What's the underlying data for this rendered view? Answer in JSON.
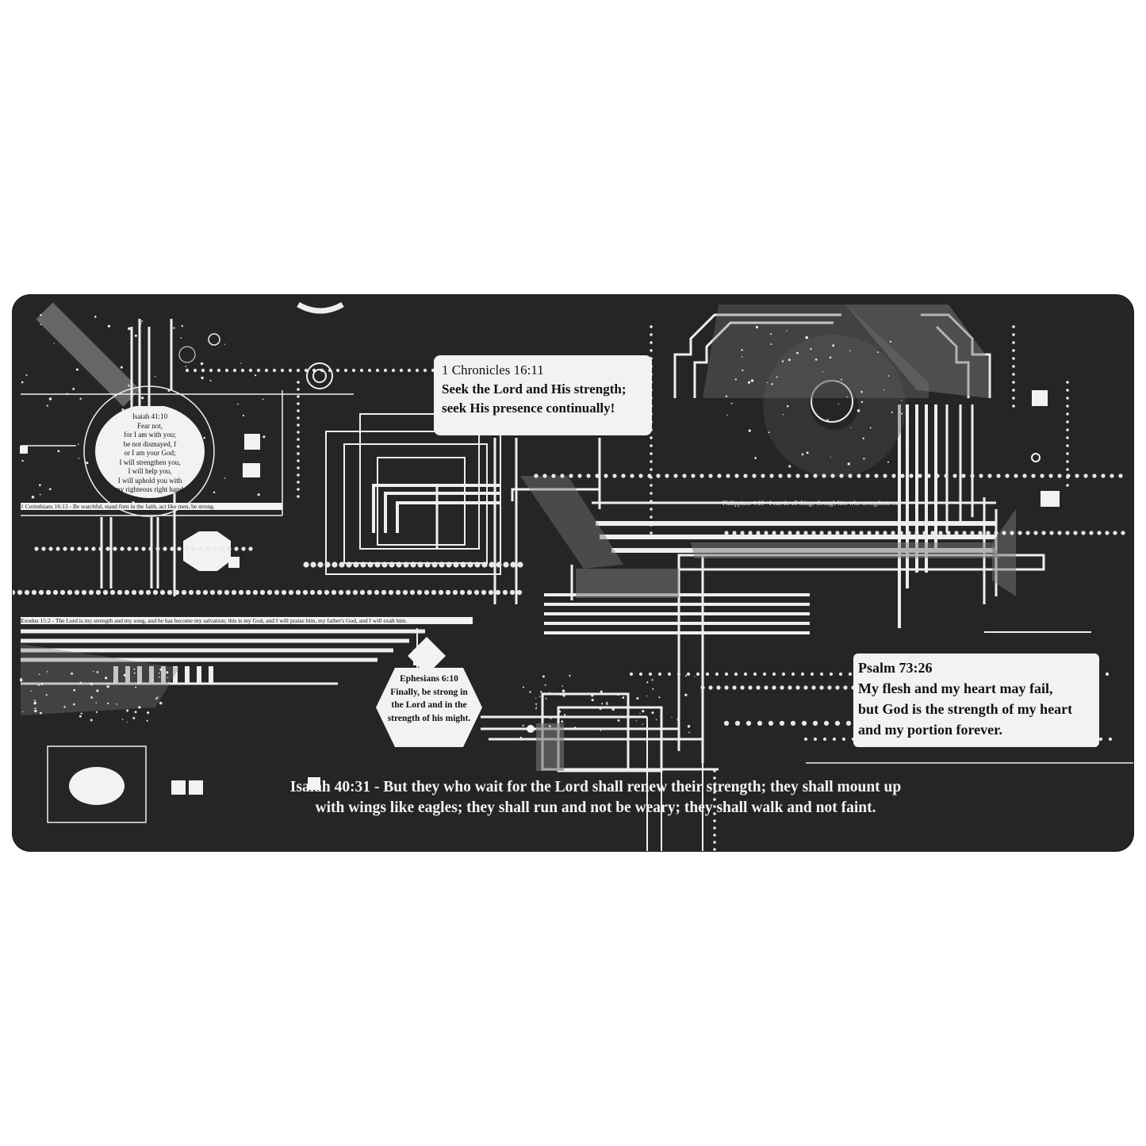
{
  "verses": {
    "chronicles": {
      "ref": "1 Chronicles 16:11",
      "line1": "Seek the Lord and His strength;",
      "line2": "seek His presence continually!"
    },
    "isaiah_41_10": {
      "ref": "Isaiah 41:10",
      "lines": [
        "Fear not,",
        "for I am with you;",
        "be not dismayed, f",
        "or I am your God;",
        "I will strengthen you,",
        "I will help you,",
        "I will uphold you with",
        "my righteous right hand."
      ]
    },
    "corinthians": "1 Corinthians 16:13 - Be watchful, stand firm in the faith, act like men, be strong.",
    "philippians": "Philippians 4:13 - I can do all things through him who strengthens me.",
    "exodus": "Exodus 15:2 - The Lord is my strength and my song, and he has become my salvation; this is my God, and I will praise him, my father's God, and I will exalt him.",
    "ephesians": {
      "ref": "Ephesians 6:10",
      "lines": [
        "Finally, be strong in",
        "the Lord and in the",
        "strength of his might."
      ]
    },
    "psalm": {
      "ref": "Psalm 73:26",
      "lines": [
        "My flesh and my heart may fail,",
        "but God is the strength of my heart",
        "and my portion forever."
      ]
    },
    "isaiah_40_31": {
      "line1": "Isaiah 40:31 - But they who wait for the Lord shall renew their strength; they shall mount up",
      "line2": "with wings like eagles; they shall run and not be weary; they shall walk and not faint."
    }
  },
  "colors": {
    "mat": "#252525",
    "ink": "#f2f2f2",
    "background": "#ffffff"
  }
}
